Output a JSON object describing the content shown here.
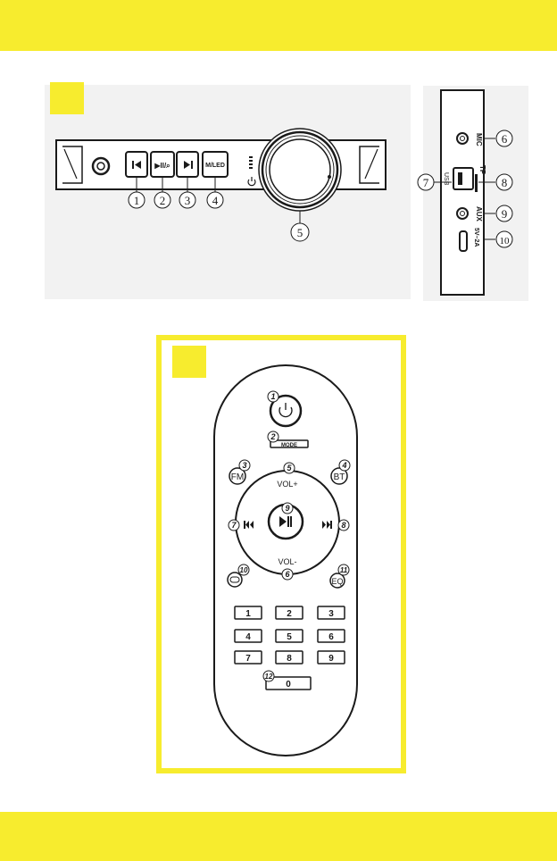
{
  "colors": {
    "accent": "#f7ec2e",
    "ink": "#1a1a1a",
    "panel_bg": "#f2f2f2"
  },
  "main_unit": {
    "buttons": [
      {
        "icon": "prev-track-icon",
        "callout": "1"
      },
      {
        "icon": "play-pause-mic-icon",
        "label": "▶II/⌕",
        "callout": "2"
      },
      {
        "icon": "next-track-icon",
        "callout": "3"
      },
      {
        "icon": "mode-led-button",
        "label": "M/LED",
        "callout": "4"
      }
    ],
    "knob_callout": "5"
  },
  "side_panel": {
    "ports": [
      {
        "label": "MIC",
        "callout": "6"
      },
      {
        "label": "USB",
        "callout": "7"
      },
      {
        "label": "TF",
        "callout": "8"
      },
      {
        "label": "AUX",
        "callout": "9"
      },
      {
        "label": "5V–2A",
        "callout": "10"
      }
    ]
  },
  "remote": {
    "power_num": "1",
    "mode": {
      "num": "2",
      "label": "MODE"
    },
    "fm": {
      "num": "3",
      "label": "FM"
    },
    "bt": {
      "num": "4",
      "label": "BT"
    },
    "vol_up": {
      "num": "5",
      "label": "VOL+"
    },
    "vol_down": {
      "num": "6",
      "label": "VOL-"
    },
    "prev": {
      "num": "7"
    },
    "next": {
      "num": "8"
    },
    "play": {
      "num": "9"
    },
    "repeat": {
      "num": "10"
    },
    "eq": {
      "num": "11",
      "label": "EQ"
    },
    "zero": {
      "num": "12",
      "label": "0"
    },
    "keypad": [
      "1",
      "2",
      "3",
      "4",
      "5",
      "6",
      "7",
      "8",
      "9"
    ]
  }
}
